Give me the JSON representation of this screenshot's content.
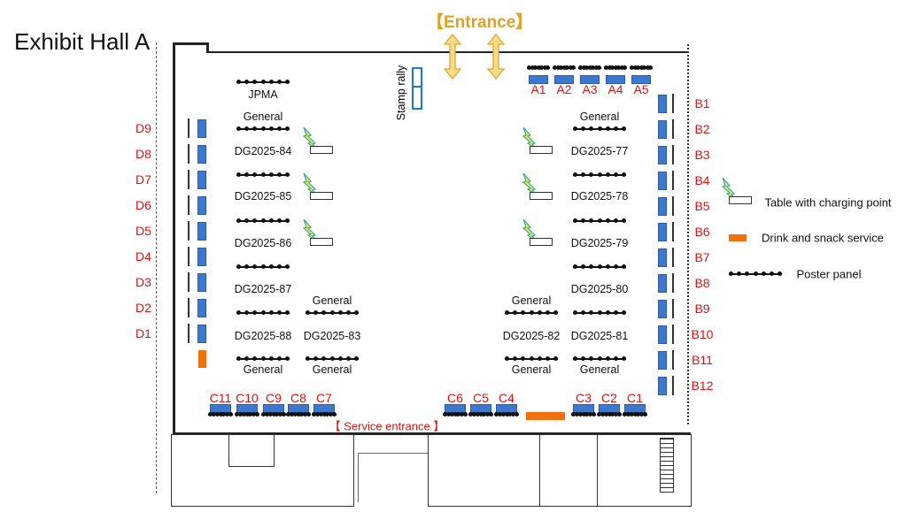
{
  "title": "Exhibit Hall A",
  "entrance_label": "【Entrance】",
  "service_entrance_label": "【 Service entrance 】",
  "stamp_rally_label": "Stamp rally",
  "booths": {
    "A": [
      "A1",
      "A2",
      "A3",
      "A4",
      "A5"
    ],
    "B": [
      "B1",
      "B2",
      "B3",
      "B4",
      "B5",
      "B6",
      "B7",
      "B8",
      "B9",
      "B10",
      "B11",
      "B12"
    ],
    "C": [
      "C11",
      "C10",
      "C9",
      "C8",
      "C7",
      "C6",
      "C5",
      "C4",
      "C3",
      "C2",
      "C1"
    ],
    "D": [
      "D9",
      "D8",
      "D7",
      "D6",
      "D5",
      "D4",
      "D3",
      "D2",
      "D1"
    ]
  },
  "poster_labels": {
    "jpma": "JPMA",
    "left": [
      "General",
      "DG2025-84",
      "DG2025-85",
      "DG2025-86",
      "DG2025-87",
      "DG2025-88",
      "General"
    ],
    "mid_left": [
      "General",
      "DG2025-83",
      "General"
    ],
    "mid_right": [
      "General",
      "DG2025-82",
      "General"
    ],
    "right": [
      "General",
      "DG2025-77",
      "DG2025-78",
      "DG2025-79",
      "DG2025-80",
      "DG2025-81",
      "General"
    ]
  },
  "legend": {
    "charging": "Table with charging point",
    "snack": "Drink and snack service",
    "poster": "Poster panel"
  },
  "colors": {
    "booth": "#3d78d0",
    "booth_label": "#e01010",
    "snack": "#f07010",
    "entrance": "#e0a020"
  }
}
